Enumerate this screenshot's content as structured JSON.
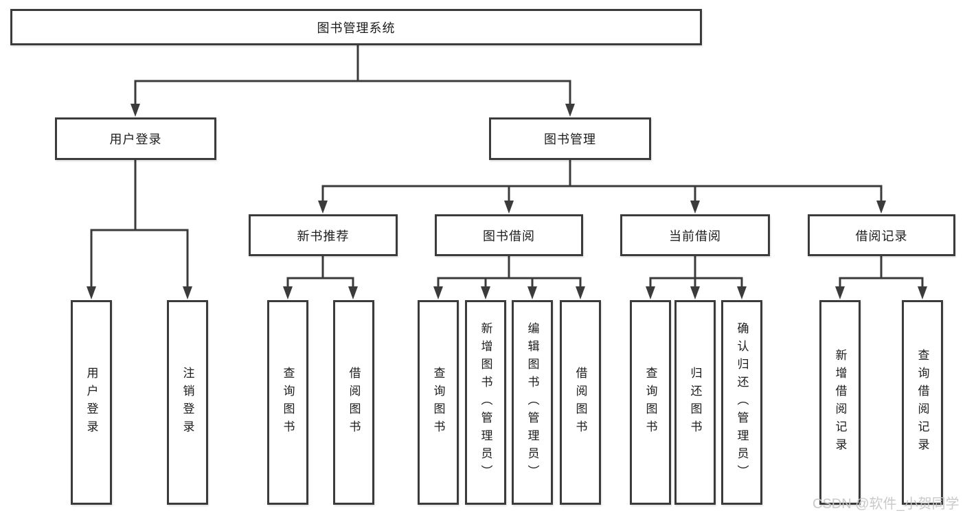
{
  "colors": {
    "line": "#3b3b3b",
    "text": "#1c1c1c",
    "watermark": "#c7c7c7",
    "background": "#ffffff"
  },
  "diagram": {
    "root": "图书管理系统",
    "user_login": "用户登录",
    "book_management": "图书管理",
    "new_book_recommend": "新书推荐",
    "book_borrow": "图书借阅",
    "current_borrow": "当前借阅",
    "borrow_records": "借阅记录",
    "leaf_user_login": "用户登录",
    "leaf_logout_login": "注销登录",
    "nr_query_books": "查询图书",
    "nr_borrow_books": "借阅图书",
    "bb_query_books": "查询图书",
    "bb_add_books_admin": "新增图书（管理员）",
    "bb_edit_books_admin": "编辑图书（管理员）",
    "bb_borrow_books": "借阅图书",
    "cb_query_books": "查询图书",
    "cb_return_books": "归还图书",
    "cb_confirm_return_admin": "确认归还（管理员）",
    "br_add_record": "新增借阅记录",
    "br_query_record": "查询借阅记录"
  },
  "watermark": "CSDN @软件_小贺同学"
}
